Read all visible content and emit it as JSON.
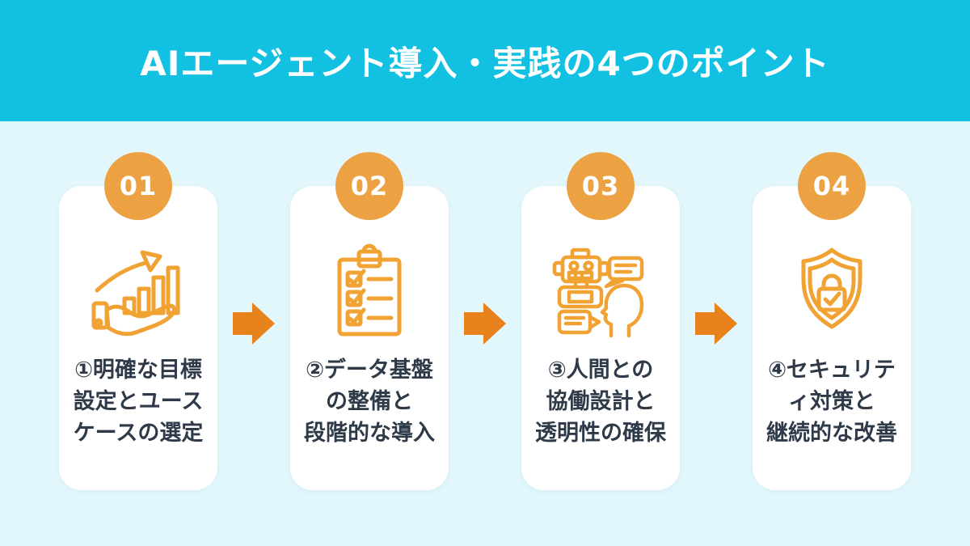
{
  "header": {
    "title": "AIエージェント導入・実践の4つのポイント"
  },
  "steps": [
    {
      "number": "01",
      "icon": "growth-chart-hand-icon",
      "title_lines": [
        "①明確な目標",
        "設定とユース",
        "ケースの選定"
      ]
    },
    {
      "number": "02",
      "icon": "checklist-clipboard-icon",
      "title_lines": [
        "②データ基盤",
        "の整備と",
        "段階的な導入"
      ]
    },
    {
      "number": "03",
      "icon": "robot-human-chat-icon",
      "title_lines": [
        "③人間との",
        "協働設計と",
        "透明性の確保"
      ]
    },
    {
      "number": "04",
      "icon": "shield-lock-icon",
      "title_lines": [
        "④セキュリテ",
        "ィ対策と",
        "継続的な改善"
      ]
    }
  ],
  "colors": {
    "header_bg": "#12c1e2",
    "page_bg": "#e2f7fc",
    "card_bg": "#ffffff",
    "badge_orange": "#eca243",
    "icon_orange": "#f0a233",
    "arrow_orange": "#e8821d",
    "text_dark": "#2f3a49",
    "title_white": "#ffffff"
  }
}
